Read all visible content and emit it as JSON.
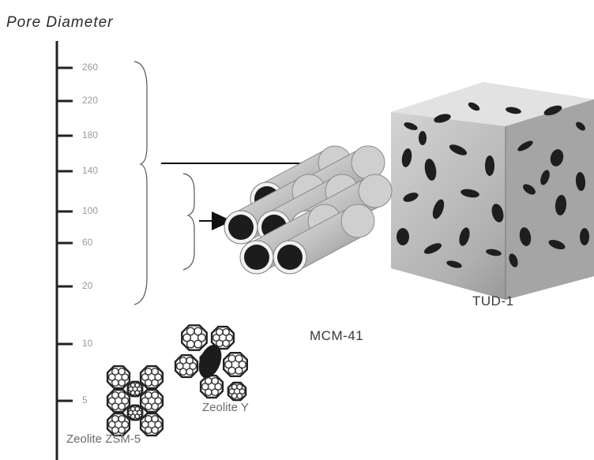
{
  "title": "Pore Diameter",
  "axis": {
    "ticks": [
      "260",
      "220",
      "180",
      "140",
      "100",
      "60",
      "20",
      "10",
      "5"
    ]
  },
  "materials": {
    "tud": "TUD-1",
    "mcm": "MCM-41",
    "zeoliteY": "Zeolite Y",
    "zsm5": "Zeolite ZSM-5"
  },
  "colors": {
    "axis": "#222222",
    "tube": "#b9b9b9",
    "pore": "#1c1c1c"
  }
}
